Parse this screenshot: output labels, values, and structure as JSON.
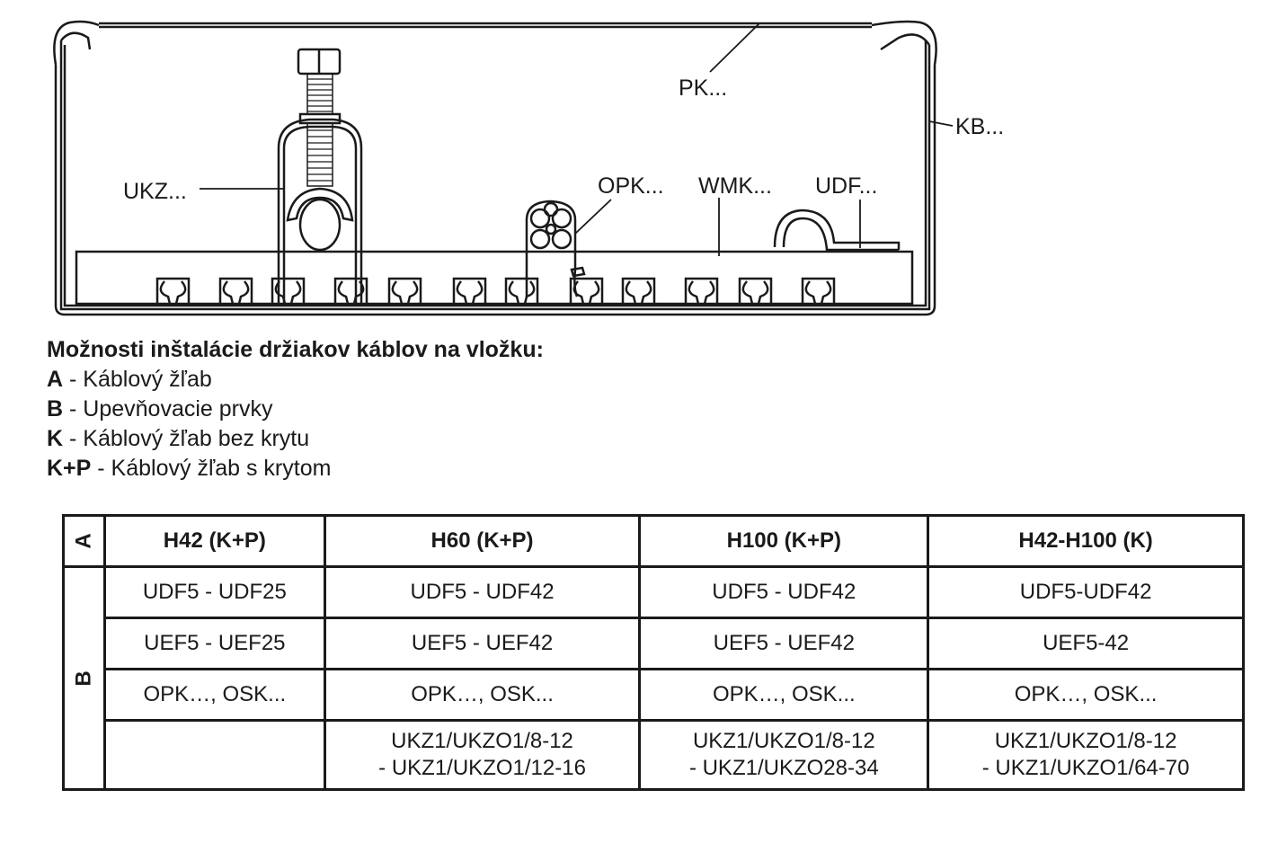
{
  "diagram": {
    "labels": {
      "pk": "PK...",
      "kb": "KB...",
      "ukz": "UKZ...",
      "opk": "OPK...",
      "wmk": "WMK...",
      "udf": "UDF..."
    }
  },
  "legend": {
    "heading": "Možnosti inštalácie držiakov káblov na vložku:",
    "items": [
      {
        "key": "A",
        "text": " - Káblový žľab"
      },
      {
        "key": "B",
        "text": " - Upevňovacie prvky"
      },
      {
        "key": "K",
        "text": " - Káblový žľab bez krytu"
      },
      {
        "key": "K+P",
        "text": " - Káblový žľab s krytom"
      }
    ]
  },
  "table": {
    "row_label_a": "A",
    "row_label_b": "B",
    "headers": [
      "H42 (K+P)",
      "H60 (K+P)",
      "H100 (K+P)",
      "H42-H100 (K)"
    ],
    "rows": [
      [
        "UDF5 - UDF25",
        "UDF5 - UDF42",
        "UDF5 - UDF42",
        "UDF5-UDF42"
      ],
      [
        "UEF5 - UEF25",
        "UEF5 - UEF42",
        "UEF5 - UEF42",
        "UEF5-42"
      ],
      [
        "OPK…, OSK...",
        "OPK…, OSK...",
        "OPK…, OSK...",
        "OPK…, OSK..."
      ],
      [
        [
          "",
          ""
        ],
        [
          "UKZ1/UKZO1/8-12",
          "- UKZ1/UKZO1/12-16"
        ],
        [
          "UKZ1/UKZO1/8-12",
          "- UKZ1/UKZO28-34"
        ],
        [
          "UKZ1/UKZO1/8-12",
          "- UKZ1/UKZO1/64-70"
        ]
      ]
    ]
  }
}
